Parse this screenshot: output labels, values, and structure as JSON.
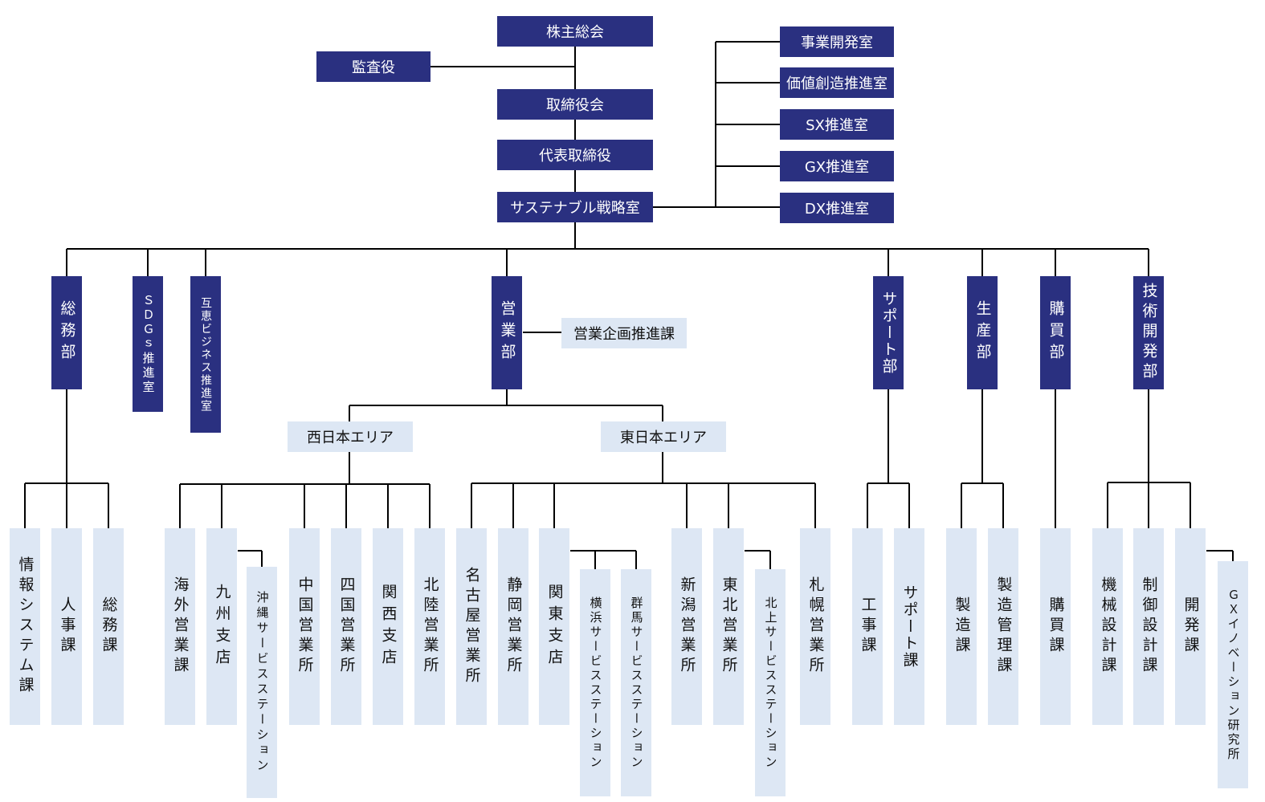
{
  "colors": {
    "dark_box": "#2a3080",
    "light_box": "#dde7f4",
    "line": "#000000"
  },
  "top": {
    "shareholders": "株主総会",
    "auditor": "監査役",
    "board": "取締役会",
    "president": "代表取締役",
    "sustainable_office": "サステナブル戦略室"
  },
  "offices": [
    "事業開発室",
    "価値創造推進室",
    "SX推進室",
    "GX推進室",
    "DX推進室"
  ],
  "departments": {
    "general_affairs": "総務部",
    "sdgs": "ＳＤＧｓ推進室",
    "mutual_business": "互恵ビジネス推進室",
    "sales": "営業部",
    "support": "サポート部",
    "production": "生産部",
    "purchasing": "購買部",
    "tech_dev": "技術開発部"
  },
  "sales": {
    "planning": "営業企画推進課",
    "west_area": "西日本エリア",
    "east_area": "東日本エリア"
  },
  "units": {
    "info_system": "情報システム課",
    "personnel": "人事課",
    "general": "総務課",
    "overseas": "海外営業課",
    "kyushu": "九州支店",
    "okinawa": "沖縄サービスステーション",
    "chugoku": "中国営業所",
    "shikoku": "四国営業所",
    "kansai": "関西支店",
    "hokuriku": "北陸営業所",
    "nagoya": "名古屋営業所",
    "shizuoka": "静岡営業所",
    "kanto": "関東支店",
    "yokohama": "横浜サービスステーション",
    "gunma": "群馬サービスステーション",
    "niigata": "新潟営業所",
    "tohoku": "東北営業所",
    "kitakami": "北上サービスステーション",
    "sapporo": "札幌営業所",
    "construction": "工事課",
    "support_div": "サポート課",
    "manufacturing": "製造課",
    "mfg_management": "製造管理課",
    "purchasing_div": "購買課",
    "mechanical": "機械設計課",
    "control": "制御設計課",
    "development": "開発課",
    "gx_innovation": "ＧＸイノベーション研究所"
  }
}
